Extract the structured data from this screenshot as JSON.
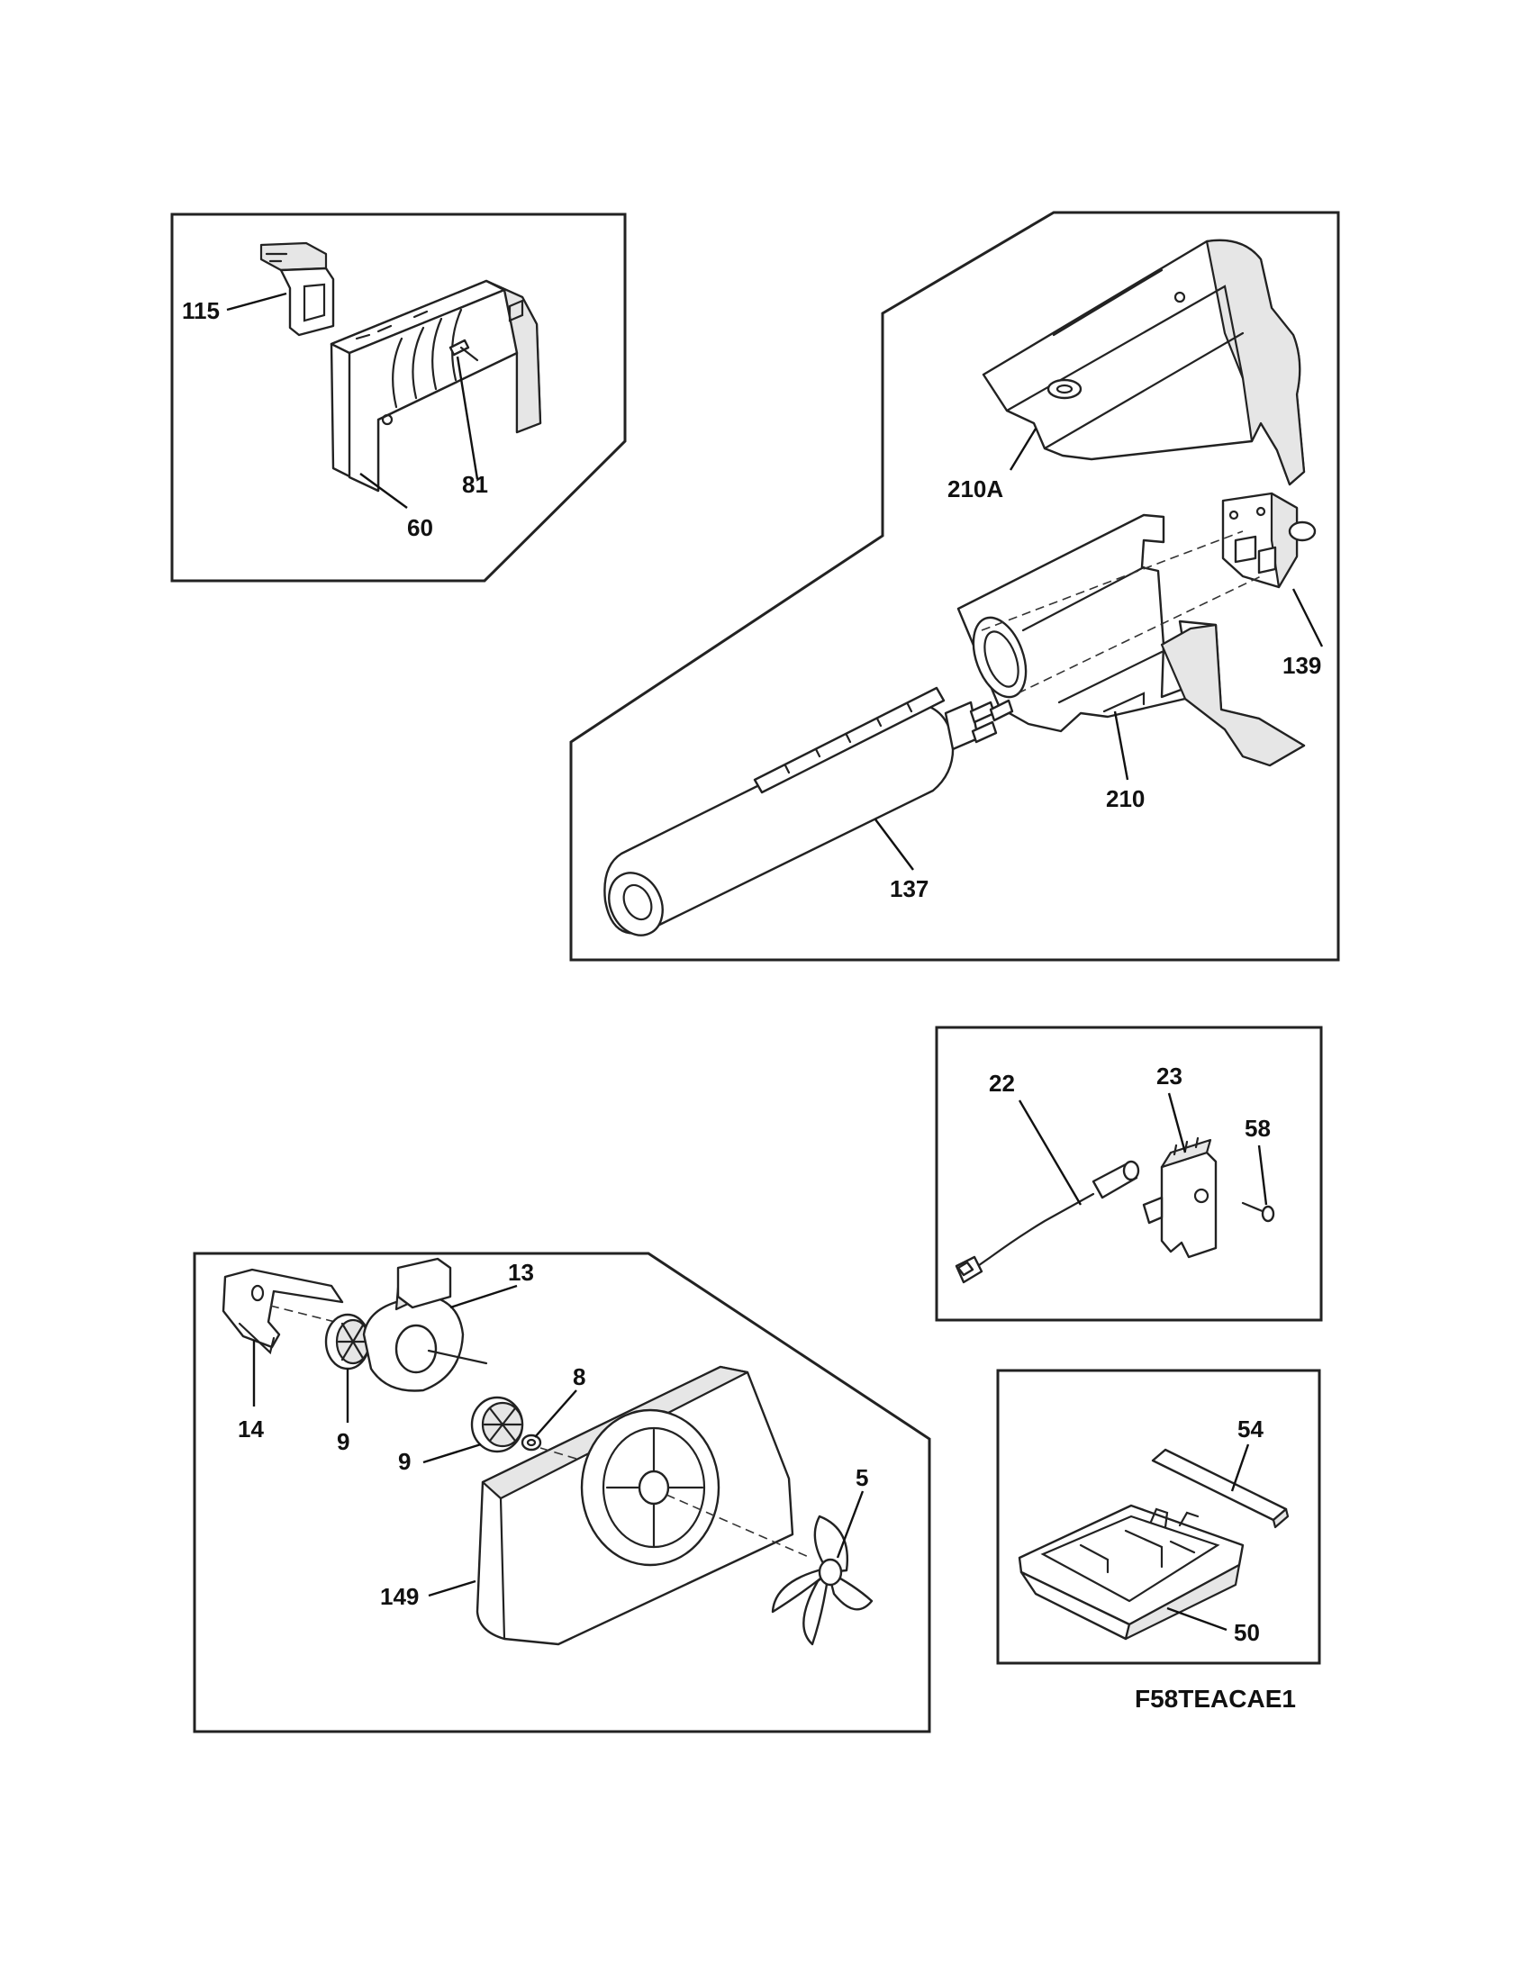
{
  "labels": {
    "p115": "115",
    "p81": "81",
    "p60": "60",
    "p210A": "210A",
    "p139": "139",
    "p210": "210",
    "p137": "137",
    "p22": "22",
    "p23": "23",
    "p58": "58",
    "p13": "13",
    "p8": "8",
    "p14": "14",
    "p9a": "9",
    "p9b": "9",
    "p5": "5",
    "p149": "149",
    "p54": "54",
    "p50": "50"
  },
  "model_code": "F58TEACAE1"
}
